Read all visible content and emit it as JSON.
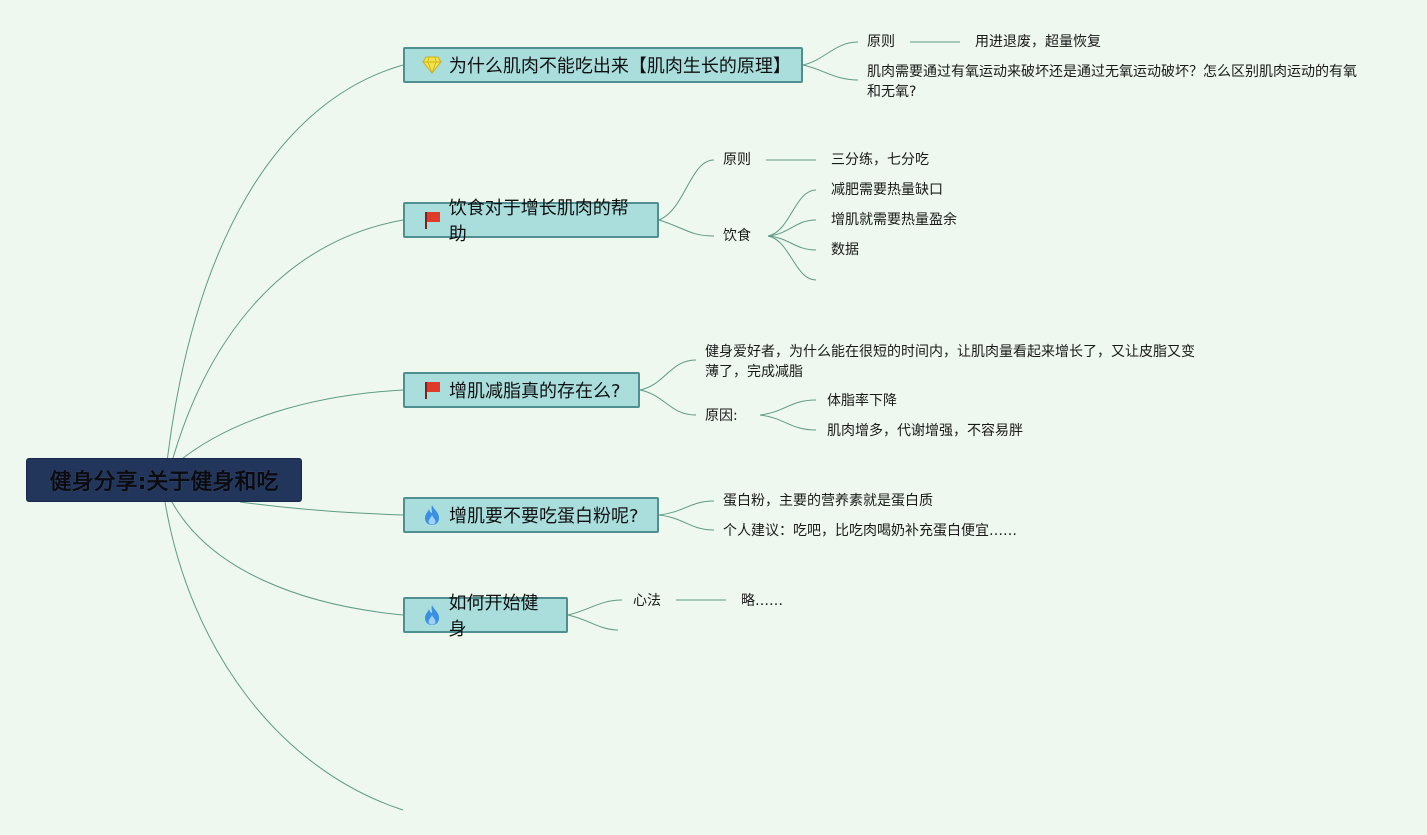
{
  "root": {
    "label": "健身分享:关于健身和吃"
  },
  "topics": [
    {
      "label": "为什么肌肉不能吃出来【肌肉生长的原理】",
      "icon": "diamond-icon",
      "color": "#f2e24a"
    },
    {
      "label": "饮食对于增长肌肉的帮助",
      "icon": "red-flag-icon",
      "color": "#e03a2a"
    },
    {
      "label": "增肌减脂真的存在么?",
      "icon": "red-flag-icon",
      "color": "#e03a2a"
    },
    {
      "label": "增肌要不要吃蛋白粉呢?",
      "icon": "fire-icon",
      "color": "#3a8fe0"
    },
    {
      "label": "如何开始健身",
      "icon": "fire-icon",
      "color": "#3a8fe0"
    }
  ],
  "t1": {
    "principle": "原则",
    "principle_value": "用进退废，超量恢复",
    "question": "肌肉需要通过有氧运动来破坏还是通过无氧运动破坏？怎么区别肌肉运动的有氧和无氧?"
  },
  "t2": {
    "principle": "原则",
    "principle_value": "三分练，七分吃",
    "diet": "饮食",
    "diet_items": [
      "减肥需要热量缺口",
      "增肌就需要热量盈余",
      "数据"
    ]
  },
  "t3": {
    "statement": "健身爱好者，为什么能在很短的时间内，让肌肉量看起来增长了，又让皮脂又变薄了，完成减脂",
    "reason": "原因:",
    "reason_items": [
      "体脂率下降",
      "肌肉增多，代谢增强，不容易胖"
    ]
  },
  "t4": {
    "items": [
      "蛋白粉，主要的营养素就是蛋白质",
      "个人建议：吃吧，比吃肉喝奶补充蛋白便宜……"
    ]
  },
  "t5": {
    "mind": "心法",
    "mind_value": "略……"
  }
}
